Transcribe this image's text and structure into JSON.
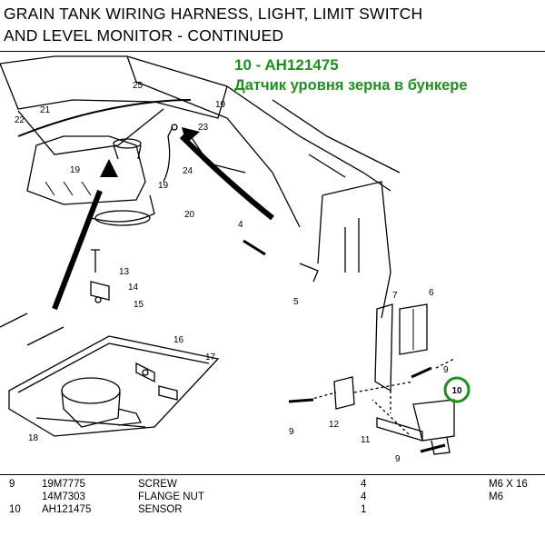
{
  "header": {
    "line1": "GRAIN TANK WIRING HARNESS, LIGHT, LIMIT SWITCH",
    "line2": "AND LEVEL MONITOR - CONTINUED"
  },
  "highlight": {
    "title": "10 - AH121475",
    "subtitle": "Датчик уровня зерна в бункере",
    "color": "#1f8f1f",
    "circle_label": "10"
  },
  "callouts": [
    "4",
    "5",
    "6",
    "7",
    "9",
    "9",
    "9",
    "10",
    "11",
    "12",
    "13",
    "14",
    "15",
    "16",
    "17",
    "18",
    "19",
    "19",
    "19",
    "20",
    "21",
    "22",
    "23",
    "24",
    "25"
  ],
  "parts_table": [
    {
      "item": "9",
      "part": "19M7775",
      "desc": "SCREW",
      "qty": "4",
      "remark": "M6 X 16"
    },
    {
      "item": "",
      "part": "14M7303",
      "desc": "FLANGE NUT",
      "qty": "4",
      "remark": "M6"
    },
    {
      "item": "10",
      "part": "AH121475",
      "desc": "SENSOR",
      "qty": "1",
      "remark": ""
    }
  ]
}
